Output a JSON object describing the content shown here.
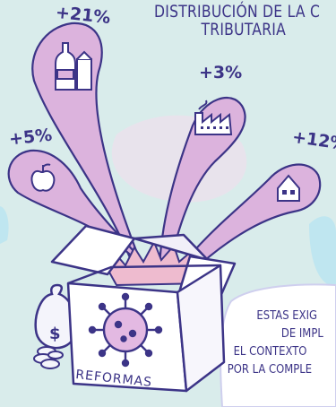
{
  "title": {
    "line1": "DISTRIBUCIÓN DE LA C",
    "line2": "TRIBUTARIA"
  },
  "percentages": {
    "alcohol": "+21%",
    "industry": "+3%",
    "food": "+5%",
    "housing": "+12%"
  },
  "box_label": "REFORMAS",
  "side_note": {
    "line1": "ESTAS EXIG",
    "line2": "DE IMPL",
    "line3": "EL CONTEXTO",
    "line4": "POR LA COMPLE"
  },
  "colors": {
    "background": "#d9eceb",
    "ink": "#3c3487",
    "bubble_fill": "#dcb3dd",
    "box_fill": "#ffffff",
    "burst": "#eebbcf",
    "coin_bag": "#f4f4fb"
  },
  "icons": [
    "bottle-icon",
    "factory-icon",
    "apple-icon",
    "house-icon",
    "virus-icon",
    "money-bag-icon",
    "coins-icon"
  ]
}
